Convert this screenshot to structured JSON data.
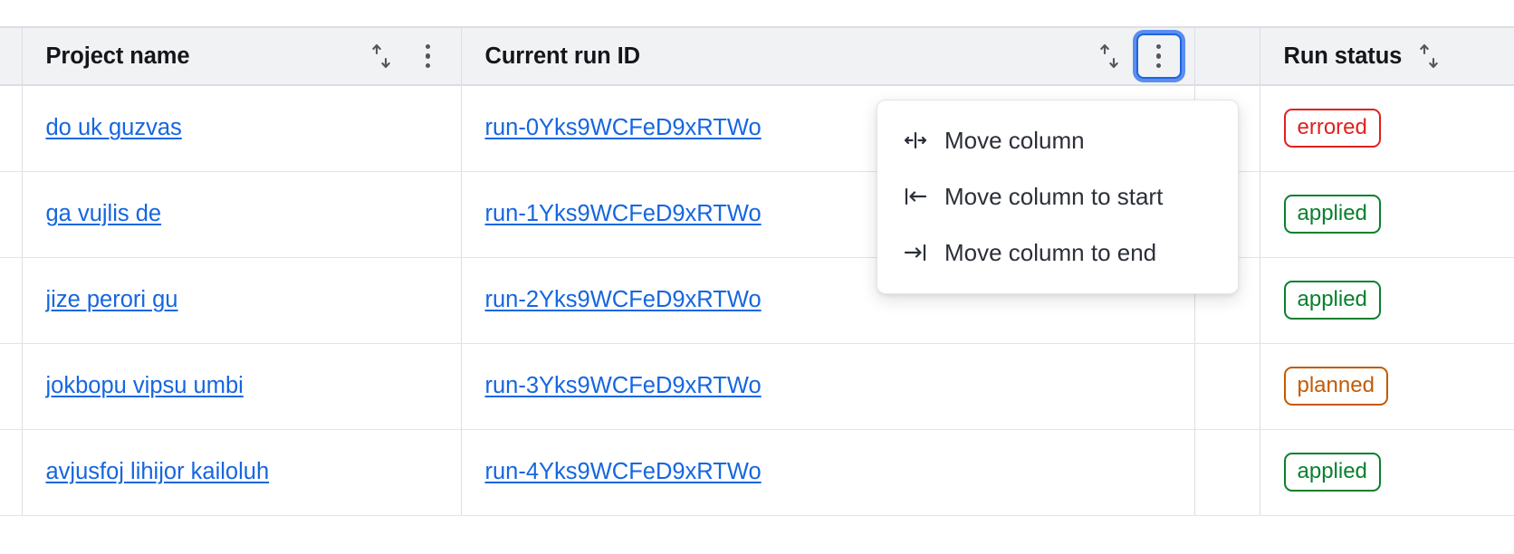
{
  "table": {
    "columns": [
      {
        "key": "gutter",
        "label": "",
        "sortable": false,
        "menu": false
      },
      {
        "key": "project",
        "label": "Project name",
        "sortable": true,
        "menu": true,
        "menu_focused": false
      },
      {
        "key": "runid",
        "label": "Current run ID",
        "sortable": true,
        "menu": true,
        "menu_focused": true
      },
      {
        "key": "spacer",
        "label": "",
        "sortable": false,
        "menu": false
      },
      {
        "key": "status",
        "label": "Run status",
        "sortable": true,
        "menu": false,
        "menu_focused": false
      }
    ],
    "icons": {
      "sort": "sort-arrows-icon",
      "menu": "kebab-menu-icon"
    },
    "rows": [
      {
        "project": "do uk guzvas",
        "run_id": "run-0Yks9WCFeD9xRTWo",
        "status": "errored",
        "status_kind": "errored"
      },
      {
        "project": "ga vujlis de",
        "run_id": "run-1Yks9WCFeD9xRTWo",
        "status": "applied",
        "status_kind": "applied"
      },
      {
        "project": "jize perori gu",
        "run_id": "run-2Yks9WCFeD9xRTWo",
        "status": "applied",
        "status_kind": "applied"
      },
      {
        "project": "jokbopu vipsu umbi",
        "run_id": "run-3Yks9WCFeD9xRTWo",
        "status": "planned",
        "status_kind": "planned"
      },
      {
        "project": "avjusfoj lihijor kailoluh",
        "run_id": "run-4Yks9WCFeD9xRTWo",
        "status": "applied",
        "status_kind": "applied"
      }
    ]
  },
  "column_menu": {
    "open_for_column": "Current run ID",
    "items": [
      {
        "label": "Move column",
        "icon": "move-column-icon"
      },
      {
        "label": "Move column to start",
        "icon": "move-to-start-icon"
      },
      {
        "label": "Move column to end",
        "icon": "move-to-end-icon"
      }
    ]
  },
  "colors": {
    "link": "#1566e0",
    "focus_ring": "#5b8df0",
    "focus_border": "#1b66e0",
    "header_bg": "#f1f2f4",
    "border": "#dcdee3",
    "errored": "#e02020",
    "applied": "#08802e",
    "planned": "#c35a04"
  }
}
